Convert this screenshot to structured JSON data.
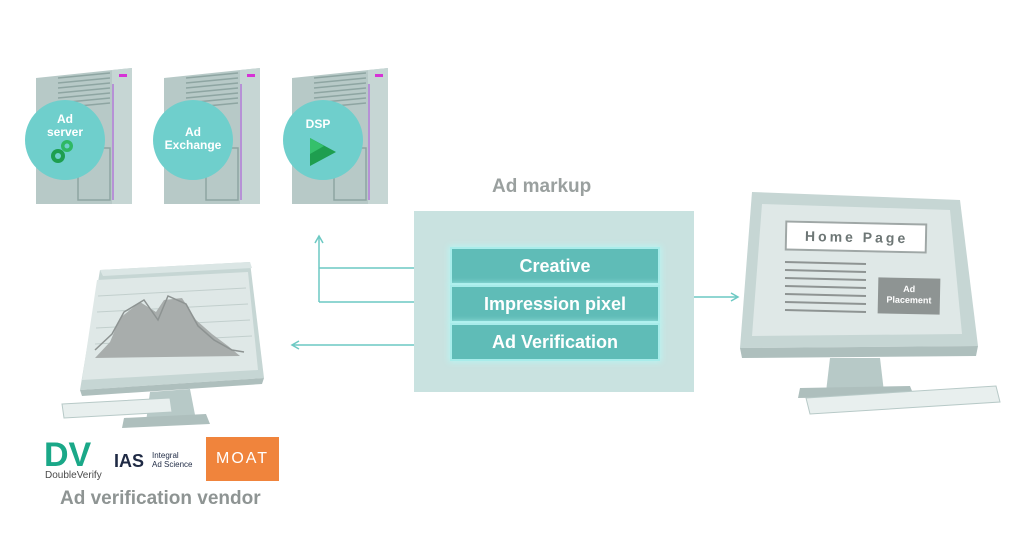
{
  "servers": [
    {
      "label_line1": "Ad",
      "label_line2": "server",
      "icon": "google-ad-manager-icon"
    },
    {
      "label_line1": "Ad",
      "label_line2": "Exchange",
      "icon": "none"
    },
    {
      "label_line1": "DSP",
      "label_line2": "",
      "icon": "display-video-play-icon"
    }
  ],
  "ad_markup": {
    "title": "Ad markup",
    "rows": [
      "Creative",
      "Impression pixel",
      "Ad Verification"
    ]
  },
  "publisher_monitor": {
    "page_title": "Home Page",
    "placement_line1": "Ad",
    "placement_line2": "Placement"
  },
  "vendors": {
    "caption": "Ad verification vendor",
    "doubleverify": {
      "mark": "DV",
      "name": "DoubleVerify"
    },
    "ias": {
      "mark": "IAS",
      "name_line1": "Integral",
      "name_line2": "Ad Science"
    },
    "moat": {
      "name": "MOAT"
    }
  },
  "colors": {
    "accent_teal": "#5fbcb7",
    "arrow": "#6cc9c3",
    "server_body": "#b7c9c7",
    "server_circle": "#6fcfcc",
    "markup_bg": "#c9e2e0",
    "moat_orange": "#f0843c",
    "dv_green": "#1aa888",
    "dv_purple": "#7a2a8c"
  }
}
